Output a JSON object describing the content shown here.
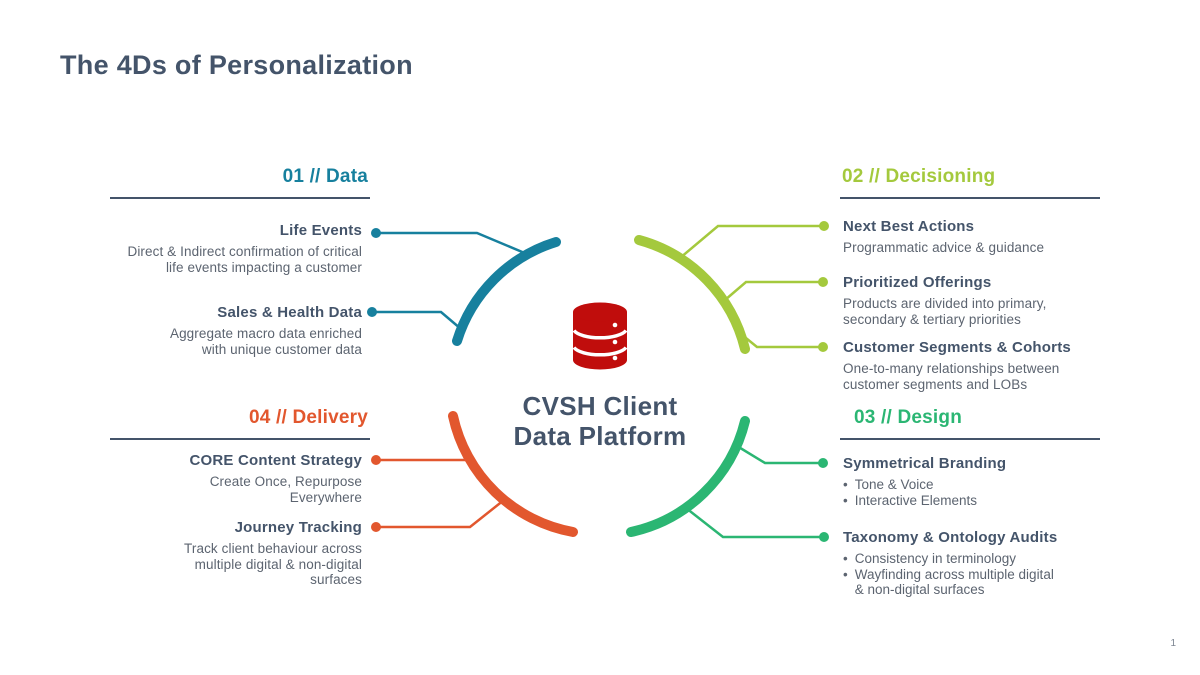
{
  "slide": {
    "title": "The 4Ds of Personalization",
    "page_number": "1"
  },
  "center": {
    "title_lines": [
      "CVSH Client",
      "Data Platform"
    ],
    "icon": "database-icon",
    "icon_color": "#c00d0c"
  },
  "quadrants": {
    "data": {
      "label": "01 // Data",
      "color": "#17809e",
      "items": [
        {
          "title": "Life Events",
          "desc_lines": [
            "Direct & Indirect confirmation of critical",
            "life events impacting a customer"
          ]
        },
        {
          "title": "Sales & Health Data",
          "desc_lines": [
            "Aggregate macro data enriched",
            "with unique customer data"
          ]
        }
      ]
    },
    "decisioning": {
      "label": "02 // Decisioning",
      "color": "#a4c93d",
      "items": [
        {
          "title": "Next Best Actions",
          "desc_lines": [
            "Programmatic advice & guidance"
          ]
        },
        {
          "title": "Prioritized Offerings",
          "desc_lines": [
            "Products are divided into primary,",
            "secondary & tertiary priorities"
          ]
        },
        {
          "title": "Customer Segments & Cohorts",
          "desc_lines": [
            "One-to-many relationships between",
            "customer segments and LOBs"
          ]
        }
      ]
    },
    "design": {
      "label": "03 // Design",
      "color": "#2bb673",
      "items": [
        {
          "title": "Symmetrical Branding",
          "bullets": [
            [
              "Tone & Voice"
            ],
            [
              "Interactive Elements"
            ]
          ]
        },
        {
          "title": "Taxonomy & Ontology Audits",
          "bullets": [
            [
              "Consistency in terminology"
            ],
            [
              "Wayfinding across multiple digital",
              "& non-digital surfaces"
            ]
          ]
        }
      ]
    },
    "delivery": {
      "label": "04 // Delivery",
      "color": "#e2572e",
      "items": [
        {
          "title": "CORE Content Strategy",
          "desc_lines": [
            "Create Once, Repurpose",
            "Everywhere"
          ]
        },
        {
          "title": "Journey Tracking",
          "desc_lines": [
            "Track client behaviour across",
            "multiple digital & non-digital",
            "surfaces"
          ]
        }
      ]
    }
  }
}
